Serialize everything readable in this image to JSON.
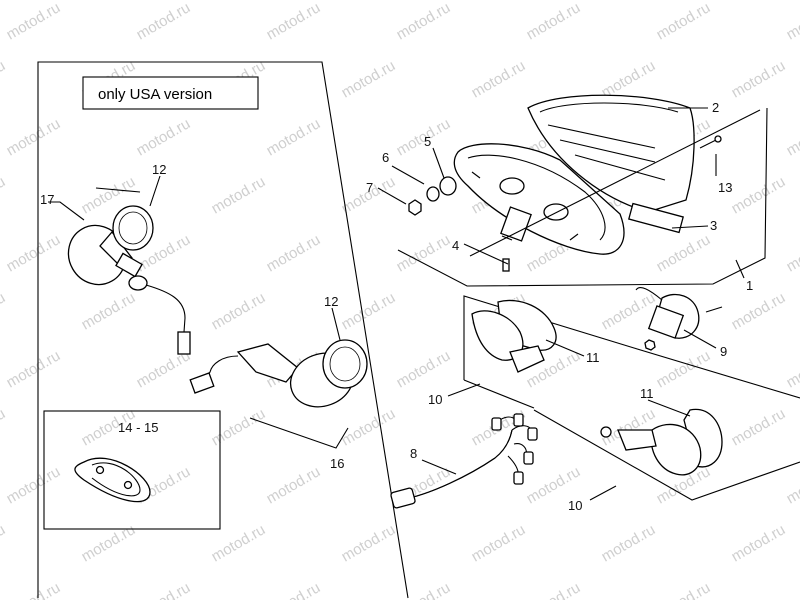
{
  "watermark": "motod.ru",
  "note": "only USA version",
  "callouts": {
    "c1": "1",
    "c2": "2",
    "c3": "3",
    "c4": "4",
    "c5": "5",
    "c6": "6",
    "c7": "7",
    "c8": "8",
    "c9": "9",
    "c10a": "10",
    "c10b": "10",
    "c11a": "11",
    "c11b": "11",
    "c12a": "12",
    "c12b": "12",
    "c13": "13",
    "c14_15": "14 - 15",
    "c16": "16",
    "c17": "17"
  }
}
